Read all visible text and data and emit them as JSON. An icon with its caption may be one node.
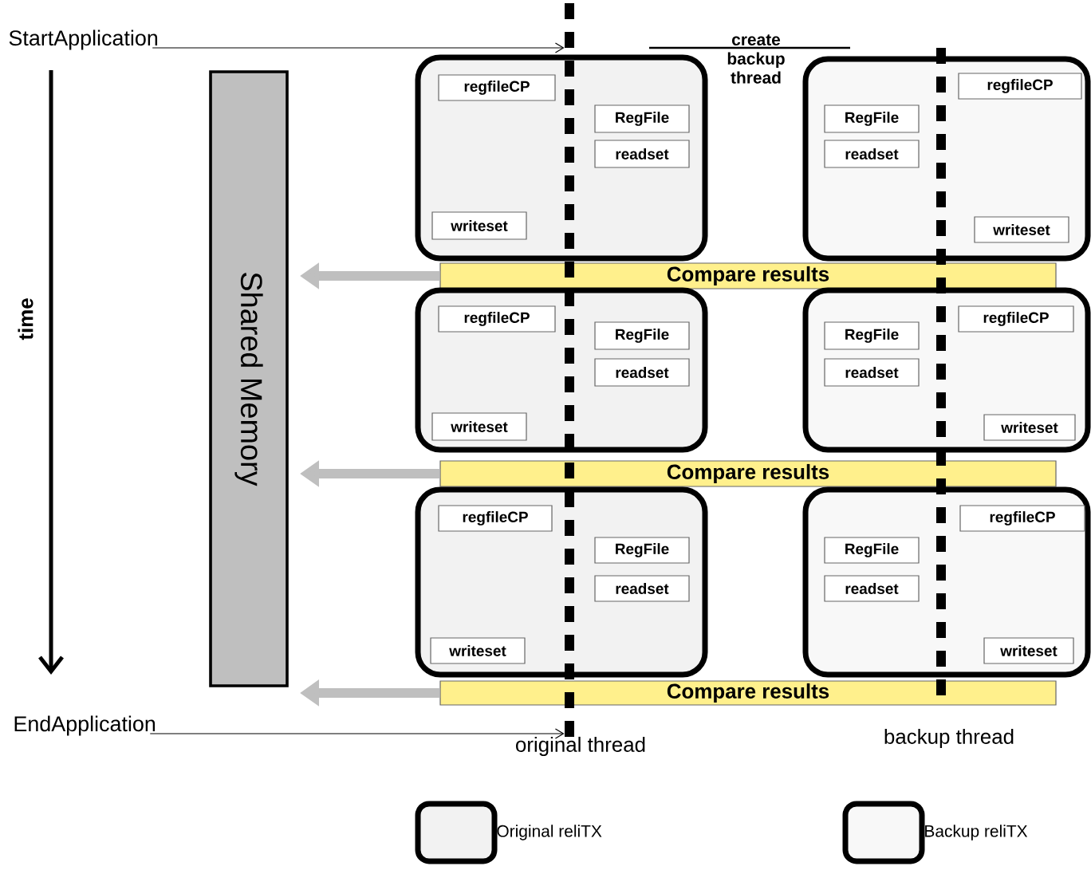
{
  "diagram": {
    "nodes": [
      {
        "text": [
          "StartApplication"
        ]
      },
      {
        "text": [
          "Shared Memory"
        ]
      },
      {
        "text": [],
        "shape": "box"
      },
      {
        "text": [
          "regfileCP"
        ],
        "in": 2
      },
      {
        "text": [
          "RegFile"
        ],
        "in": 2
      },
      {
        "text": [
          "readset"
        ],
        "in": 2
      },
      {
        "text": [
          "writeset"
        ],
        "in": 2
      },
      {
        "text": [],
        "shape": "box"
      },
      {
        "text": [
          "regfileCP"
        ],
        "in": 7
      },
      {
        "text": [
          "RegFile"
        ],
        "in": 7
      },
      {
        "text": [
          "readset"
        ],
        "in": 7
      },
      {
        "text": [
          "writeset"
        ],
        "in": 7
      },
      {
        "text": [
          "Compare results"
        ]
      },
      {
        "text": [],
        "shape": "box"
      },
      {
        "text": [
          "regfileCP"
        ],
        "in": 13
      },
      {
        "text": [
          "RegFile"
        ],
        "in": 13
      },
      {
        "text": [
          "readset"
        ],
        "in": 13
      },
      {
        "text": [
          "writeset"
        ],
        "in": 13
      },
      {
        "text": [],
        "shape": "box"
      },
      {
        "text": [
          "regfileCP"
        ],
        "in": 18
      },
      {
        "text": [
          "RegFile"
        ],
        "in": 18
      },
      {
        "text": [
          "readset"
        ],
        "in": 18
      },
      {
        "text": [
          "writeset"
        ],
        "in": 18
      },
      {
        "text": [
          "Compare results"
        ]
      },
      {
        "text": [],
        "shape": "box"
      },
      {
        "text": [
          "regfileCP"
        ],
        "in": 24
      },
      {
        "text": [
          "RegFile"
        ],
        "in": 24
      },
      {
        "text": [
          "readset"
        ],
        "in": 24
      },
      {
        "text": [
          "writeset"
        ],
        "in": 24
      },
      {
        "text": [],
        "shape": "box"
      },
      {
        "text": [
          "regfileCP"
        ],
        "in": 29
      },
      {
        "text": [
          "RegFile"
        ],
        "in": 29
      },
      {
        "text": [
          "readset"
        ],
        "in": 29
      },
      {
        "text": [
          "writeset"
        ],
        "in": 29
      },
      {
        "text": [
          "Compare results"
        ]
      },
      {
        "text": [
          "EndApplication"
        ]
      },
      {
        "text": [],
        "shape": "bar"
      },
      {
        "text": [],
        "shape": "bar"
      }
    ],
    "edges": [
      {
        "from": 0,
        "to": 36,
        "arrow": "to",
        "color": "#000000"
      },
      {
        "from": 12,
        "to": 1,
        "arrow": "to"
      },
      {
        "from": 23,
        "to": 1,
        "arrow": "to"
      },
      {
        "from": 34,
        "to": 1,
        "arrow": "to"
      },
      {
        "from": 35,
        "to": 36,
        "arrow": "to",
        "color": "#000000"
      }
    ],
    "labels": [
      "create backup thread",
      "time",
      "original thread",
      "backup thread"
    ],
    "legend": [
      {
        "text": "Original reliTX",
        "color": "#f2f2f2"
      },
      {
        "text": "Backup reliTX",
        "color": "#f8f8f8"
      }
    ]
  }
}
